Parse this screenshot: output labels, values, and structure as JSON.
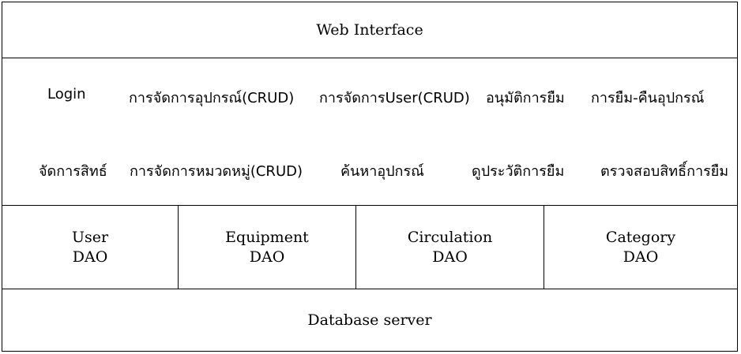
{
  "web_interface": {
    "label": "Web Interface"
  },
  "functions": {
    "row1": [
      "Login",
      "การจัดการอุปกรณ์(CRUD)",
      "การจัดการUser(CRUD)",
      "อนุมัติการยืม",
      "การยืม-คืนอุปกรณ์"
    ],
    "row2": [
      "จัดการสิทธ์",
      "การจัดการหมวดหมู่(CRUD)",
      "ค้นหาอุปกรณ์",
      "ดูประวัติการยืม",
      "ตรวจสอบสิทธิ์การยืม"
    ]
  },
  "daos": [
    {
      "name": "User",
      "suffix": "DAO"
    },
    {
      "name": "Equipment",
      "suffix": "DAO"
    },
    {
      "name": "Circulation",
      "suffix": "DAO"
    },
    {
      "name": "Category",
      "suffix": "DAO"
    }
  ],
  "database": {
    "label": "Database server"
  }
}
